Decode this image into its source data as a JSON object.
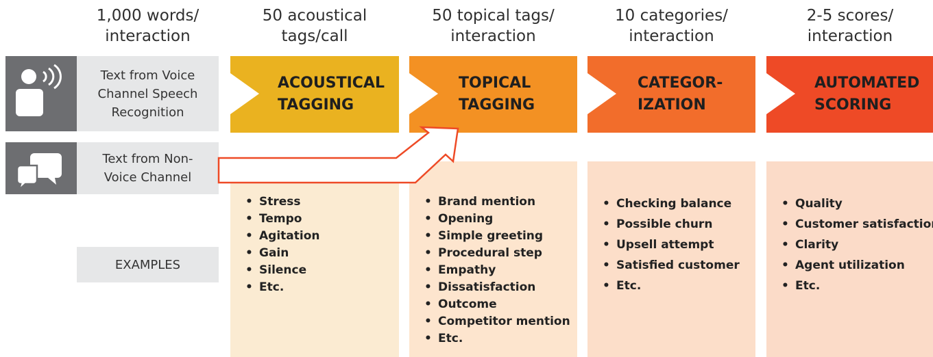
{
  "headers": [
    {
      "line1": "1,000 words/",
      "line2": "interaction"
    },
    {
      "line1": "50 acoustical",
      "line2": "tags/call"
    },
    {
      "line1": "50 topical tags/",
      "line2": "interaction"
    },
    {
      "line1": "10 categories/",
      "line2": "interaction"
    },
    {
      "line1": "2-5 scores/",
      "line2": "interaction"
    }
  ],
  "sources": {
    "voice": {
      "line1": "Text from Voice",
      "line2": "Channel Speech",
      "line3": "Recognition",
      "icon": "person-speaking-icon"
    },
    "nonvoice": {
      "line1": "Text from Non-",
      "line2": "Voice Channel",
      "icon": "chat-bubbles-icon"
    },
    "examples_label": "EXAMPLES"
  },
  "stages": [
    {
      "line1": "ACOUSTICAL",
      "line2": "TAGGING",
      "color": "#EAB220"
    },
    {
      "line1": "TOPICAL",
      "line2": "TAGGING",
      "color": "#F39123"
    },
    {
      "line1": "CATEGOR-",
      "line2": "IZATION",
      "color": "#F26D2B"
    },
    {
      "line1": "AUTOMATED",
      "line2": "SCORING",
      "color": "#EE4A26"
    }
  ],
  "examples": [
    {
      "items": [
        "Stress",
        "Tempo",
        "Agitation",
        "Gain",
        "Silence",
        "Etc."
      ],
      "color": "#FBEBD2"
    },
    {
      "items": [
        "Brand mention",
        "Opening",
        "Simple greeting",
        "Procedural step",
        "Empathy",
        "Dissatisfaction",
        "Outcome",
        "Competitor mention",
        "Etc."
      ],
      "color": "#FDE5CE"
    },
    {
      "items": [
        "Checking balance",
        "Possible churn",
        "Upsell attempt",
        "Satisfied customer",
        "Etc."
      ],
      "color": "#FCDEC9"
    },
    {
      "items": [
        "Quality",
        "Customer satisfaction",
        "Clarity",
        "Agent utilization",
        "Etc."
      ],
      "color": "#FBDBC8"
    }
  ],
  "bullet": "•",
  "colors": {
    "arrow_stroke": "#EE4A26",
    "icon_bg": "#6D6E71",
    "source_bg": "#E6E7E8"
  }
}
